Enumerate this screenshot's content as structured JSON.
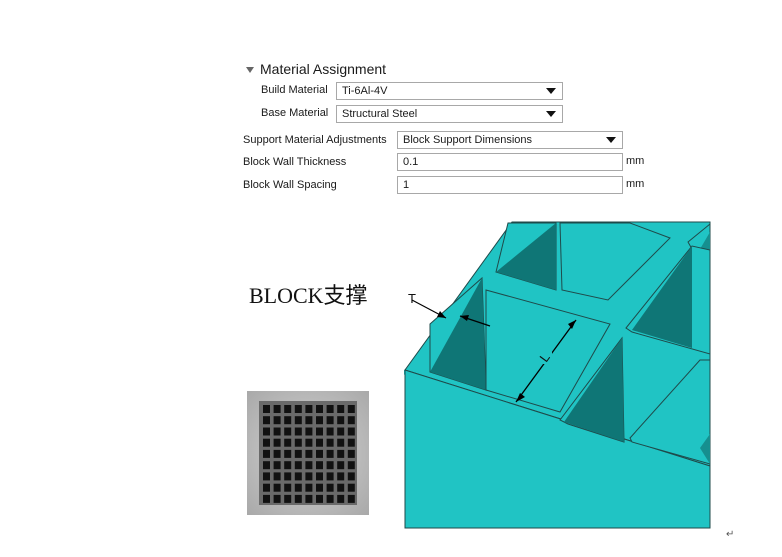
{
  "panel": {
    "title": "Material Assignment",
    "build_material_label": "Build Material",
    "build_material_value": "Ti-6Al-4V",
    "base_material_label": "Base Material",
    "base_material_value": "Structural Steel",
    "support_label": "Support Material Adjustments",
    "support_value": "Block Support Dimensions",
    "wall_thickness_label": "Block Wall Thickness",
    "wall_thickness_value": "0.1",
    "wall_thickness_unit": "mm",
    "wall_spacing_label": "Block Wall Spacing",
    "wall_spacing_value": "1",
    "wall_spacing_unit": "mm"
  },
  "figure": {
    "heading": "BLOCK支撑",
    "t_label": "T",
    "l_label": "L",
    "colors": {
      "cyan_face": "#20c4c4",
      "cyan_dark": "#168f8f",
      "cyan_deep": "#0f7676",
      "outline": "#1f4a4a"
    }
  },
  "doc": {
    "paragraph_mark": "↵"
  }
}
